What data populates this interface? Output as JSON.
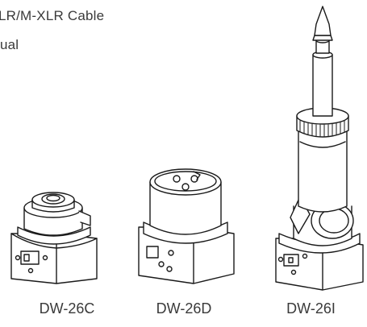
{
  "text_lines": [
    "LR/M-XLR Cable",
    "ual"
  ],
  "captions": [
    "DW-26C",
    "DW-26D",
    "DW-26I"
  ],
  "colors": {
    "stroke": "#1a1a1a",
    "fill": "#ffffff",
    "text": "#3a3a3a"
  }
}
